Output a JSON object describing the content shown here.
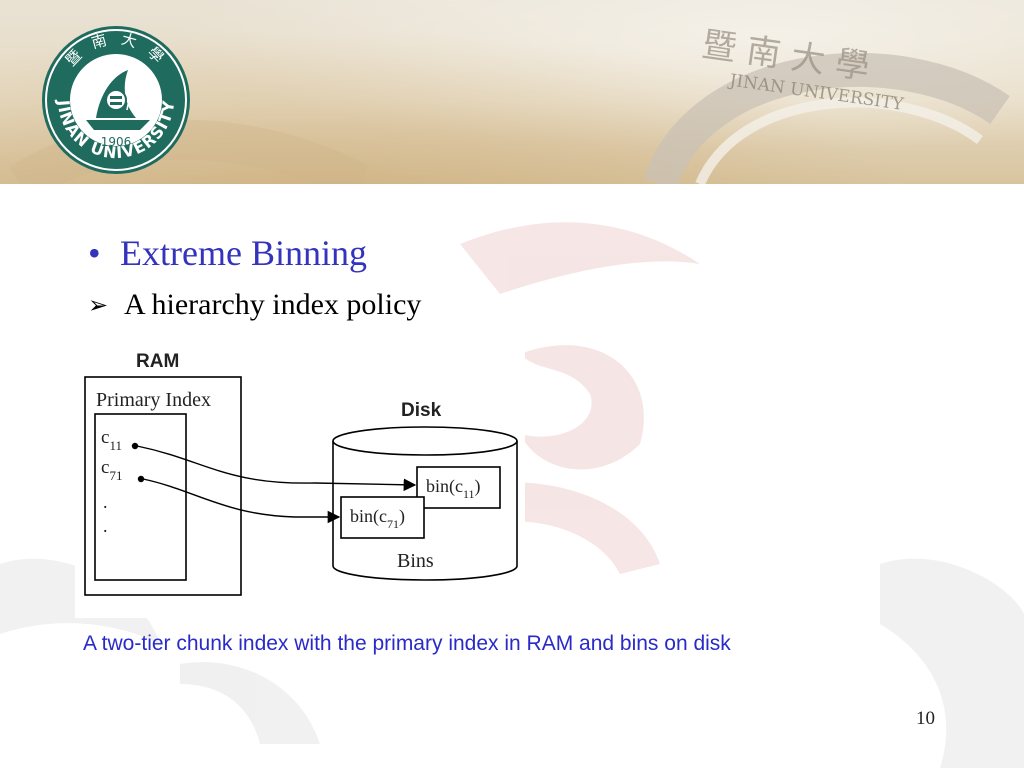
{
  "header": {
    "logo": {
      "ring_text": "JINAN UNIVERSITY",
      "top_chars": "暨 南 大 學",
      "year": "1906",
      "color": "#1f6b5e"
    },
    "watermark": {
      "chars": "暨 南 大 學",
      "text": "JINAN UNIVERSITY"
    }
  },
  "slide": {
    "title": "Extreme Binning",
    "subtitle": "A hierarchy index policy",
    "title_color": "#3333bb"
  },
  "diagram": {
    "ram_label": "RAM",
    "primary_index_label": "Primary Index",
    "entries": [
      {
        "base": "c",
        "sub": "11"
      },
      {
        "base": "c",
        "sub": "71"
      }
    ],
    "ellipsis": [
      ".",
      "."
    ],
    "disk_label": "Disk",
    "bins": [
      {
        "text": "bin(c",
        "sub": "11",
        "close": ")"
      },
      {
        "text": "bin(c",
        "sub": "71",
        "close": ")"
      }
    ],
    "bins_label": "Bins"
  },
  "caption": "A two-tier chunk index with the primary index in RAM and bins on disk",
  "page_number": "10"
}
